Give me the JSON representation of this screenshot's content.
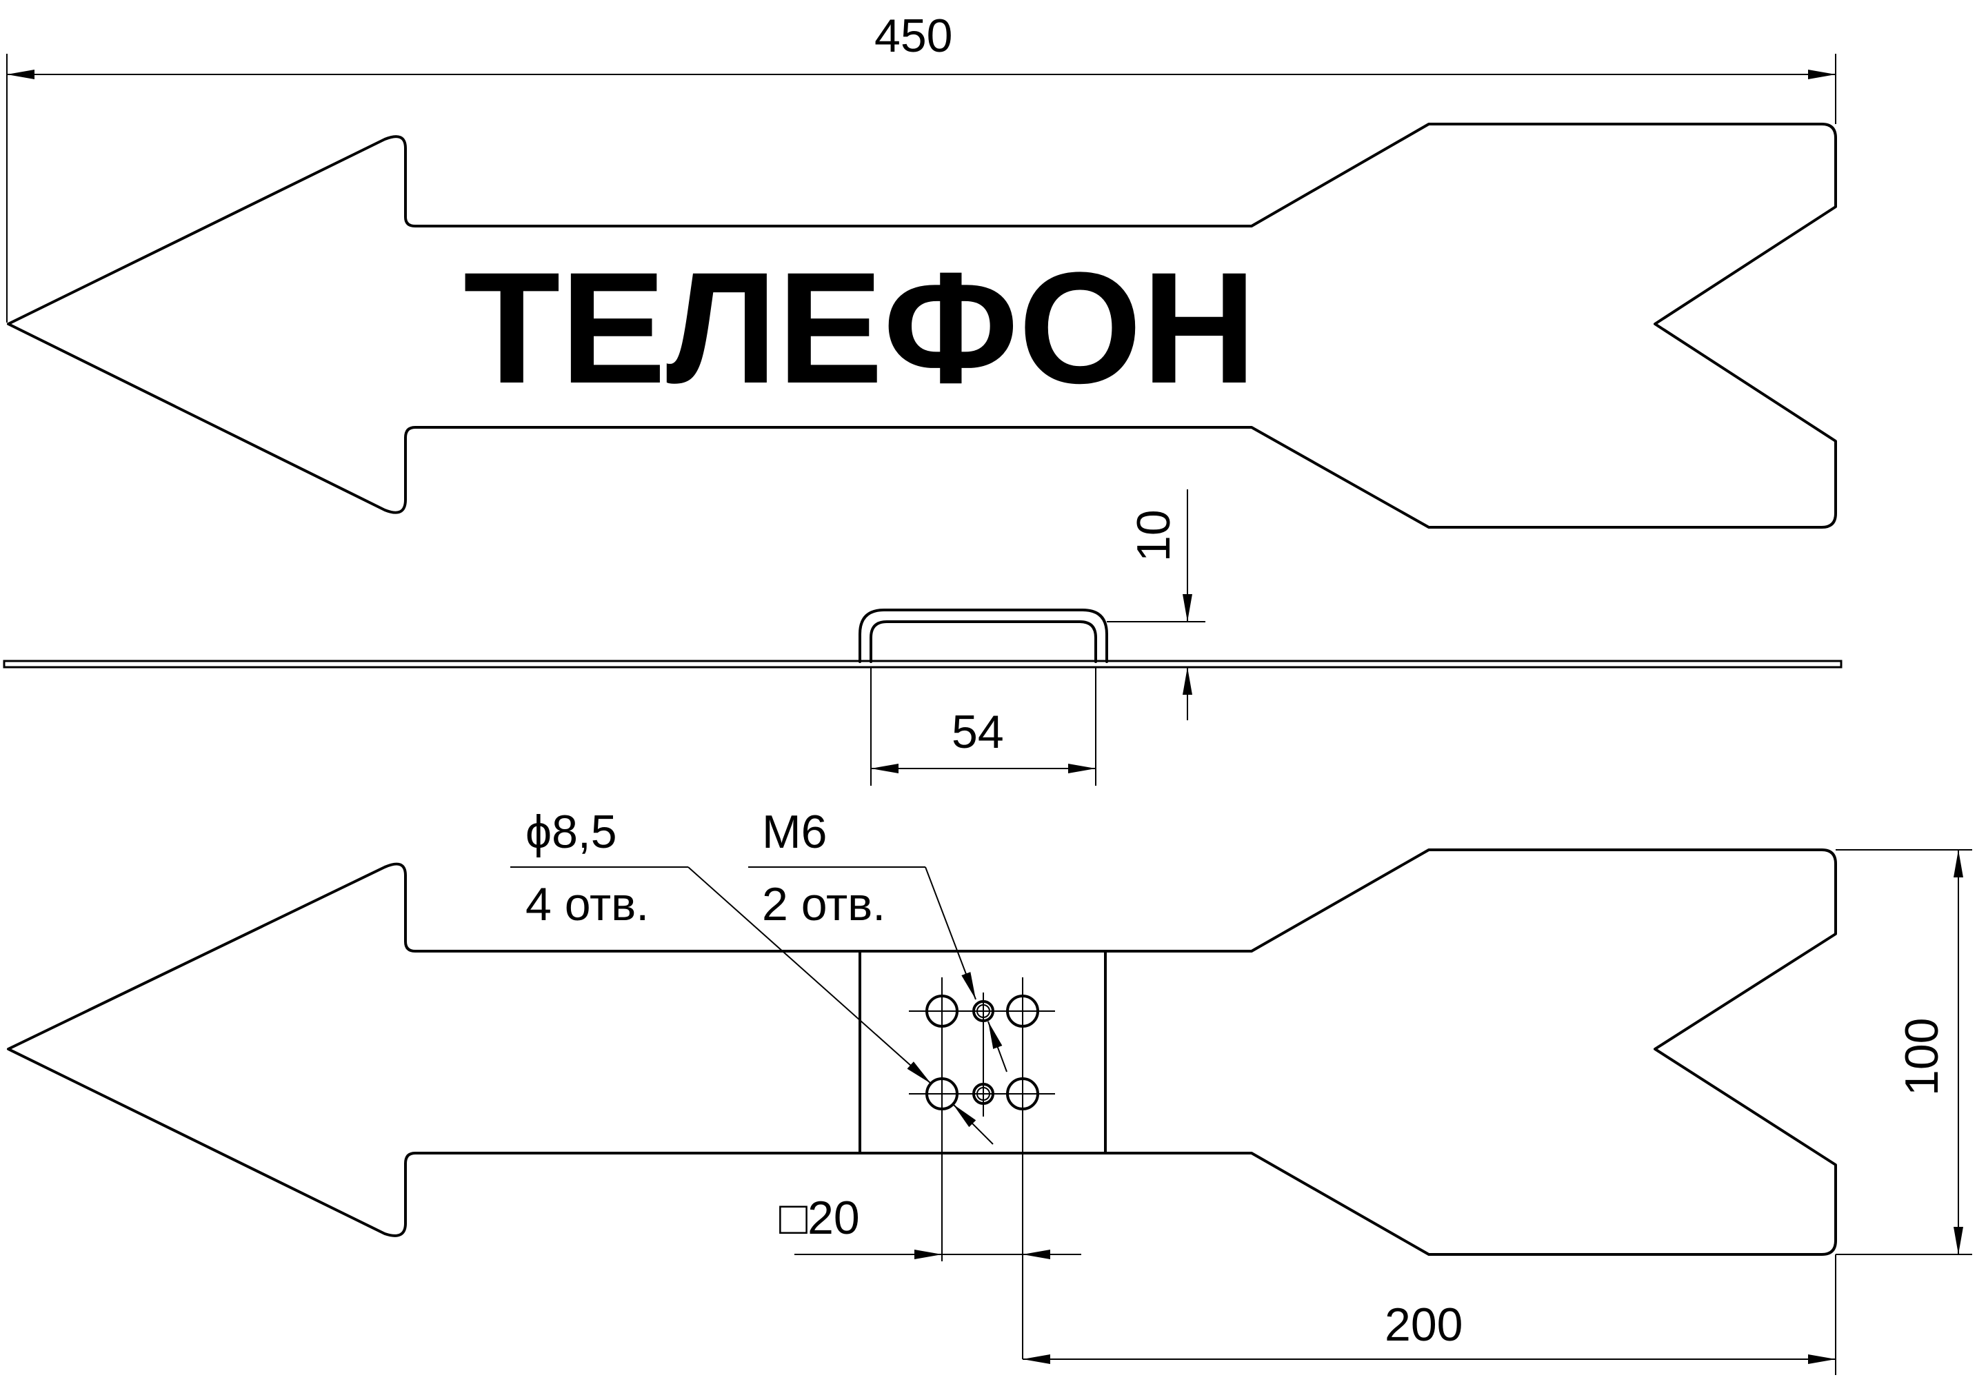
{
  "sign_text": "ТЕЛЕФОН",
  "dimensions": {
    "overall_length": "450",
    "clip_height": "10",
    "clip_width": "54",
    "hole_diameter": "ϕ8,5",
    "hole_count": "4 отв.",
    "thread": "M6",
    "thread_count": "2 отв.",
    "square_pattern": "□20",
    "height": "100",
    "offset": "200"
  },
  "colors": {
    "line": "#000000",
    "background": "#ffffff"
  }
}
